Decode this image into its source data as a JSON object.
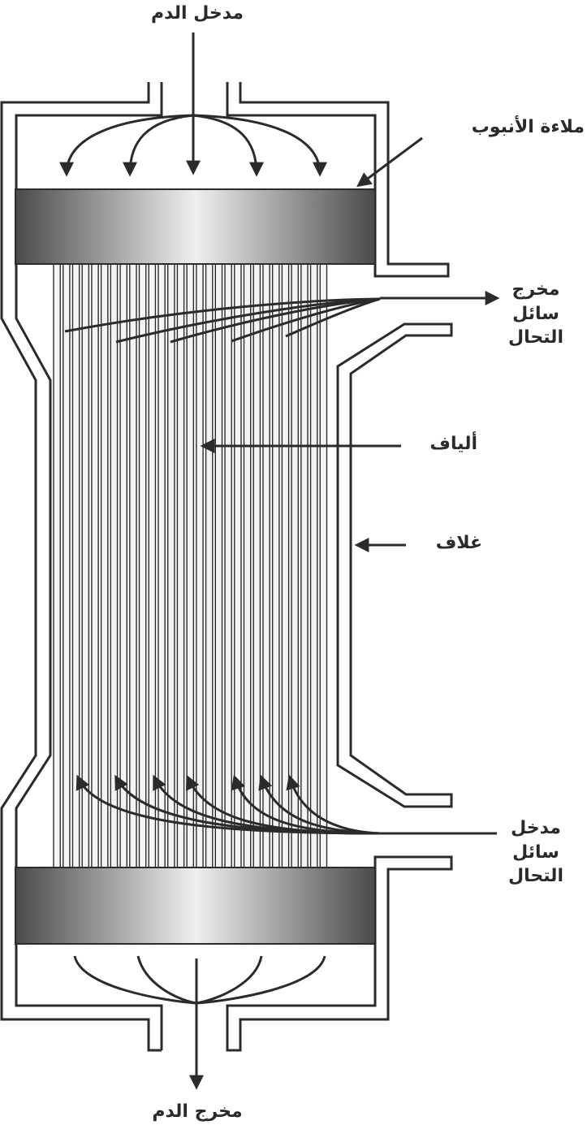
{
  "labels": {
    "blood_inlet": "مدخل الدم",
    "tube_sheet": "ملاءة الأنبوب",
    "dialysate_outlet": [
      "مخرج",
      "سائل",
      "التحال"
    ],
    "fibers": "ألياف",
    "shell": "غلاف",
    "dialysate_inlet": [
      "مدخل",
      "سائل",
      "التحال"
    ],
    "blood_outlet": "مخرج الدم"
  },
  "colors": {
    "stroke": "#2b2b2b",
    "fiber_fill": "#f4f4f4",
    "tube_sheet_dark": "#4a4a4a",
    "tube_sheet_light": "#eeeeee"
  }
}
